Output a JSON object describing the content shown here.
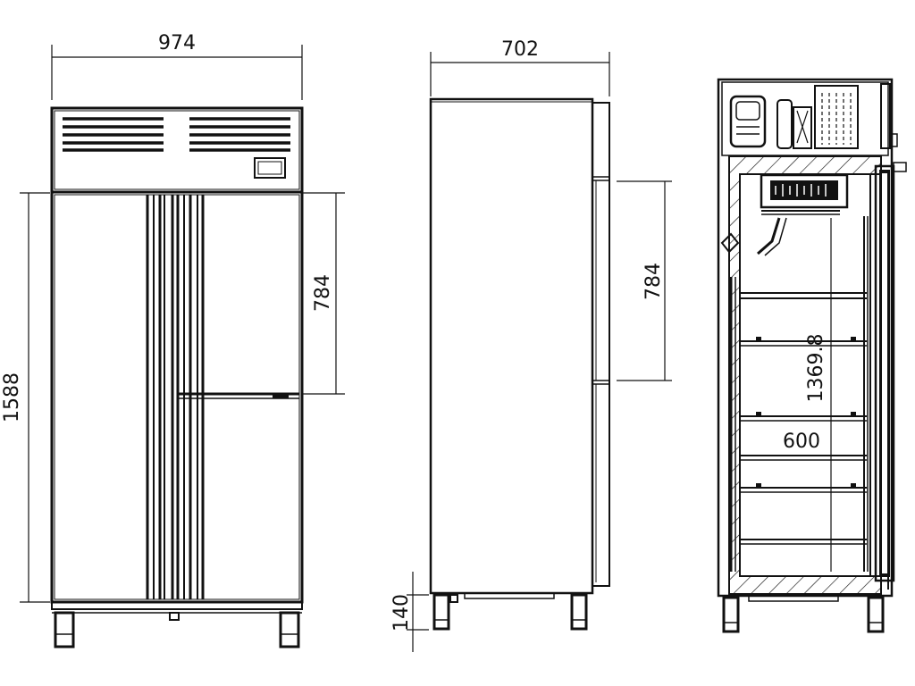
{
  "views": {
    "front": {
      "width_label": "974",
      "height_label": "1588",
      "door_label": "784"
    },
    "side": {
      "depth_label": "702",
      "door_label": "784",
      "leg_label": "140"
    },
    "section": {
      "inner_height_label": "1369.8",
      "shelf_label": "600"
    }
  },
  "colors": {
    "line": "#111111",
    "background": "#ffffff"
  }
}
